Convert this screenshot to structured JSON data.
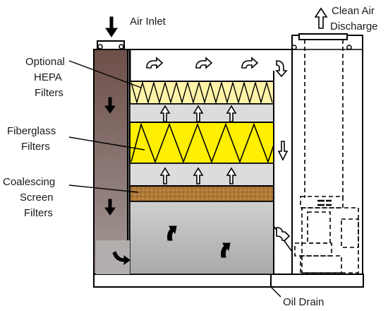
{
  "labels": {
    "air_inlet": "Air Inlet",
    "clean_air_line1": "Clean Air",
    "clean_air_line2": "Discharge",
    "hepa_line1": "Optional",
    "hepa_line2": "HEPA",
    "hepa_line3": "Filters",
    "fiberglass_line1": "Fiberglass",
    "fiberglass_line2": "Filters",
    "coalescing_line1": "Coalescing",
    "coalescing_line2": "Screen",
    "coalescing_line3": "Filters",
    "oil_drain": "Oil Drain"
  },
  "colors": {
    "inlet_duct": "#7a5c55",
    "hepa_fill": "#fff3a8",
    "fiberglass_fill": "#ffef00",
    "spacer_fill": "#dcdcdc",
    "coalescing_fill": "#b07a38",
    "lower_chamber": "#c4c4c4",
    "outline": "#000000"
  }
}
